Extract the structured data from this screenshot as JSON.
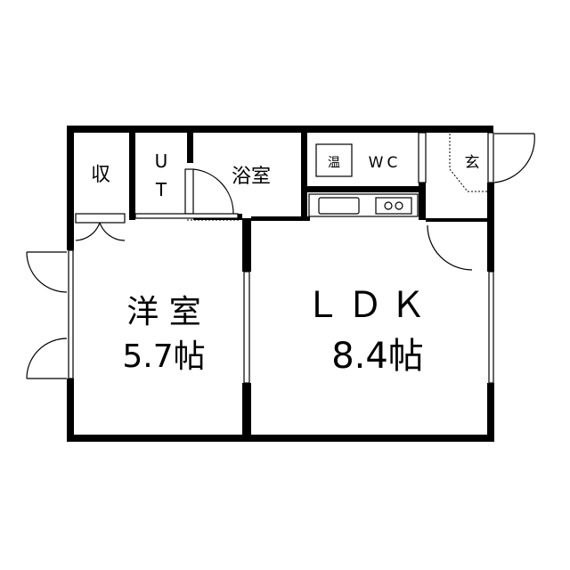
{
  "rooms": {
    "closet": "収",
    "utility_line1": "U",
    "utility_line2": "T",
    "bath": "浴室",
    "water_heater": "温",
    "toilet": "WC",
    "entrance": "玄",
    "western_room": "洋 室",
    "western_room_size": "5.7帖",
    "ldk": "ＬＤＫ",
    "ldk_size": "8.4帖"
  }
}
